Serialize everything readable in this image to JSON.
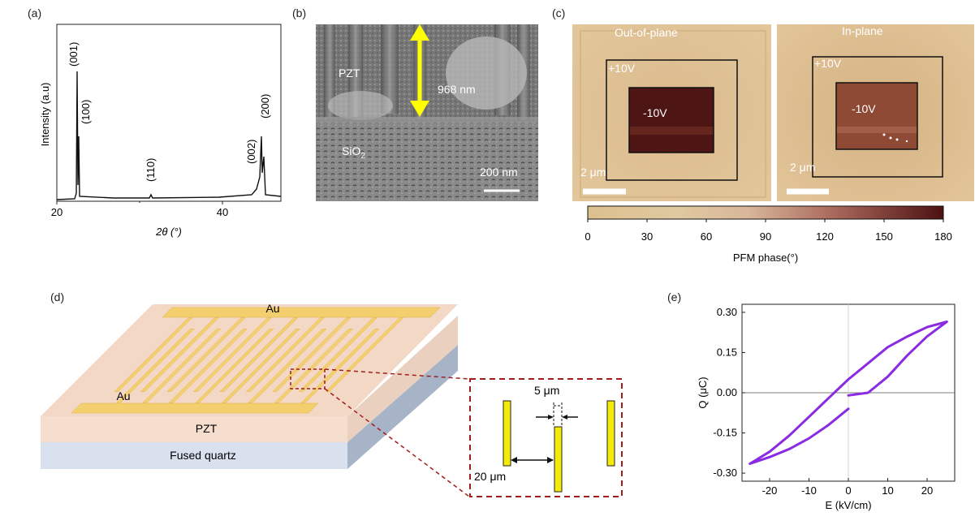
{
  "panels": {
    "a": "(a)",
    "b": "(b)",
    "c": "(c)",
    "d": "(d)",
    "e": "(e)"
  },
  "xrd": {
    "ylabel": "Intensity (a.u)",
    "xlabel": "2θ (°)",
    "xticks": [
      "20",
      "40"
    ],
    "peaks": [
      "(001)",
      "(100)",
      "(110)",
      "(002)",
      "(200)"
    ]
  },
  "sem": {
    "pzt": "PZT",
    "sio2": "SiO",
    "sio2_sub": "2",
    "thickness": "968 nm",
    "scale": "200 nm"
  },
  "pfm": {
    "outplane_title": "Out-of-plane",
    "inplane_title": "In-plane",
    "plus": "+10V",
    "minus": "-10V",
    "scale": "2 μm",
    "colorbar_label": "PFM phase(°)",
    "colorbar_ticks": [
      "0",
      "30",
      "60",
      "90",
      "120",
      "150",
      "180"
    ],
    "colorbar_colors": [
      "#dcc08e",
      "#e0c9a0",
      "#d8b79a",
      "#a8665a",
      "#4c1111"
    ]
  },
  "device": {
    "au_top": "Au",
    "au_bottom": "Au",
    "pzt": "PZT",
    "substrate": "Fused quartz",
    "gap": "5 μm",
    "width": "20 μm",
    "electrode_color": "#f3cf6e",
    "inset_border_color": "#a01d1d"
  },
  "chart_data": {
    "type": "line",
    "title": "",
    "xlabel": "E (kV/cm)",
    "ylabel": "Q (μC)",
    "xlim": [
      -27,
      27
    ],
    "ylim": [
      -0.33,
      0.33
    ],
    "xticks": [
      -20,
      -10,
      0,
      10,
      20
    ],
    "yticks": [
      0.3,
      0.15,
      0.0,
      -0.15,
      -0.3
    ],
    "ytick_labels": [
      "0.30",
      "0.15",
      "0.00",
      "-0.15",
      "-0.30"
    ],
    "xtick_labels": [
      "-20",
      "-10",
      "0",
      "10",
      "20"
    ],
    "color": "#8a2be2",
    "series": [
      {
        "x": [
          0,
          5,
          10,
          15,
          20,
          25,
          20,
          15,
          10,
          5,
          0,
          -5,
          -10,
          -15,
          -20,
          -25,
          -20,
          -15,
          -10,
          -5,
          0
        ],
        "y": [
          -0.01,
          0.0,
          0.06,
          0.14,
          0.21,
          0.265,
          0.245,
          0.21,
          0.17,
          0.11,
          0.05,
          -0.02,
          -0.09,
          -0.16,
          -0.22,
          -0.265,
          -0.24,
          -0.21,
          -0.17,
          -0.12,
          -0.06
        ]
      }
    ]
  }
}
